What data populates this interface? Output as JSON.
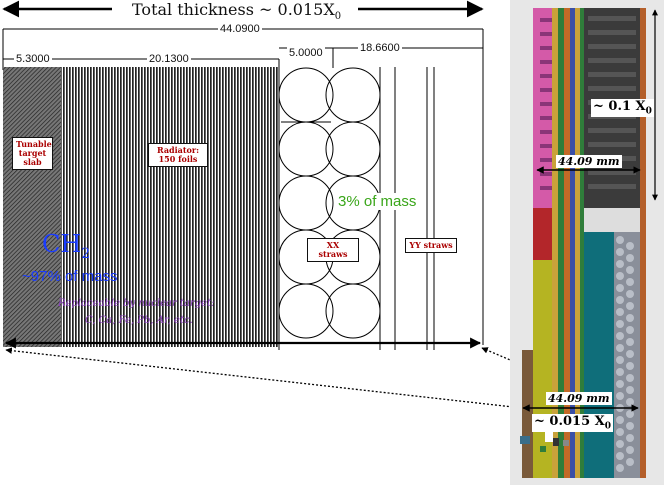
{
  "title": "Total thickness ~ 0.015X",
  "title_sub": "0",
  "dims": {
    "total": "44.0900",
    "target": "5.3000",
    "radiator": "20.1300",
    "straw": "5.0000",
    "rest": "18.6600"
  },
  "labels": {
    "target_box": "Tunable target slab",
    "radiator_box": "Radiator: 150 foils",
    "xx_box": "XX straws",
    "yy_box": "YY straws",
    "ch2": "CH",
    "ch2_sub": "2",
    "ch2_mass": "~97% of mass",
    "straw_mass": "3% of mass",
    "replace_line1": "Replaceable by nuclear target:",
    "replace_line2": "C, Ca, Fe, Pb, Ar, etc."
  },
  "right_panel": {
    "x0_top": "~ 0.1  X",
    "x0_top_sub": "0",
    "mm_top": "44.09 mm",
    "mm_bottom": "44.09 mm",
    "x0_bottom": "~ 0.015  X",
    "x0_bottom_sub": "0"
  },
  "colors": {
    "ch2": "#1a3cff",
    "straw_mass": "#3aa61a",
    "replace": "#8a3fbf",
    "box_text": "#a00000"
  }
}
